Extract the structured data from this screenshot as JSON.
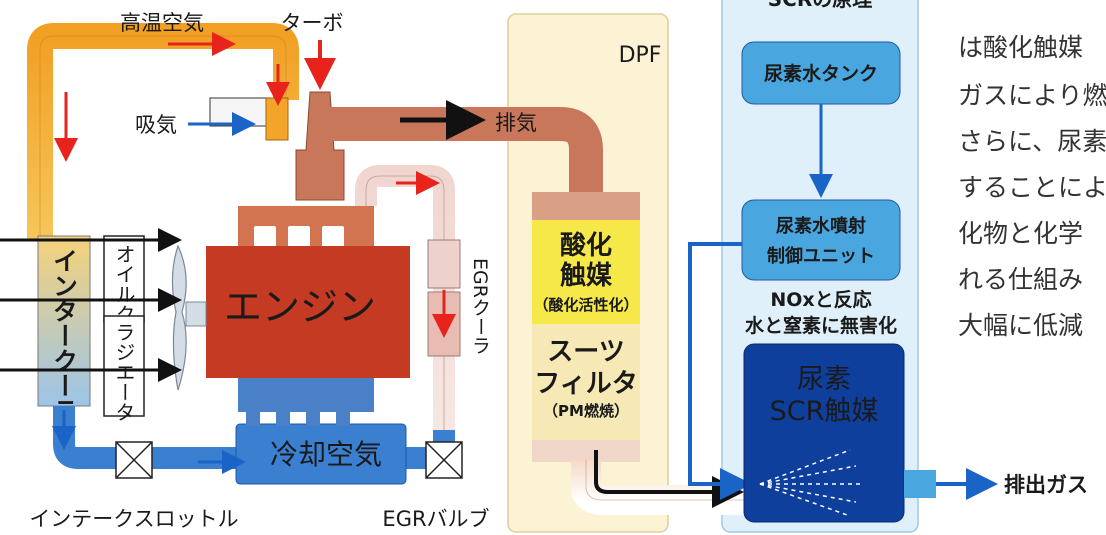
{
  "labels": {
    "high_temp_air": "高温空気",
    "turbo": "ターボ",
    "intake": "吸気",
    "exhaust": "排気",
    "oil_cooler": "オイルクーラ",
    "radiator": "ラジエータ",
    "intercooler": "インタークーラ",
    "engine": "エンジン",
    "egr_cooler": "EGRクーラ",
    "cooling_air": "冷却空気",
    "intake_throttle": "インテークスロットル",
    "egr_valve": "EGRバルブ",
    "dpf": "DPF",
    "oxidation_catalyst": [
      "酸化",
      "触媒"
    ],
    "oxidation_note": "（酸化活性化）",
    "soot_filter": [
      "スーツ",
      "フィルタ"
    ],
    "pm_burn": "（PM燃焼）",
    "scr_header": "SCRの原理",
    "urea_tank": "尿素水タンク",
    "urea_injection": [
      "尿素水噴射",
      "制御ユニット"
    ],
    "nox_reaction": [
      "NOxと反応",
      "水と窒素に無害化"
    ],
    "scr_catalyst": [
      "尿素",
      "SCR触媒"
    ],
    "exhaust_gas": "排出ガス"
  },
  "side_text": [
    "は酸化触媒",
    "ガスにより燃",
    "さらに、尿素",
    "することによ",
    "化物と化学",
    "れる仕組み",
    "大幅に低減"
  ],
  "colors": {
    "engine": "#c43a22",
    "exhaust_pipe": "#c8775a",
    "hot_air": "#f3a52a",
    "cool_air": "#3a7fd0",
    "dpf_panel": "#fbf3d4",
    "oxidation": "#f7e84a",
    "scr_panel": "#dff0fb",
    "scr_catalyst": "#0e3f9c",
    "unit_box": "#4aa6de",
    "arrow_red": "#e8231c",
    "arrow_blue": "#1a64c8"
  }
}
